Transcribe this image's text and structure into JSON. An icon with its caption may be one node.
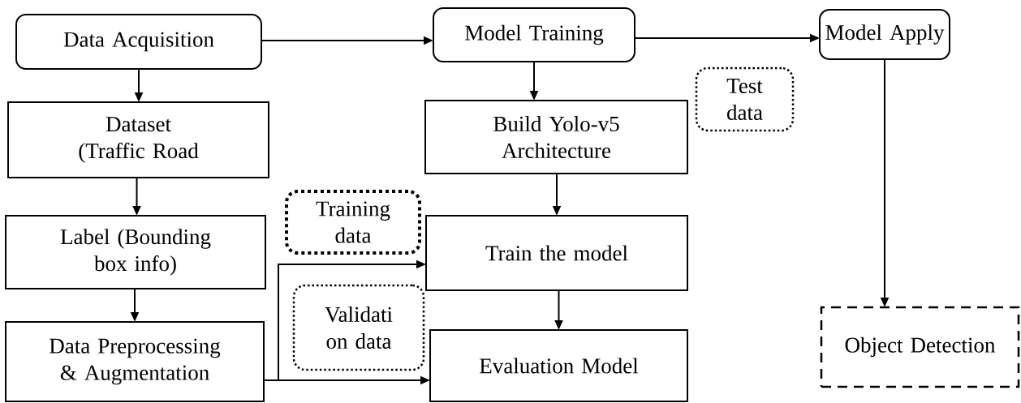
{
  "diagram": {
    "nodes": [
      {
        "text": [
          "Data Acquisition"
        ]
      },
      {
        "text": [
          "Model Training"
        ]
      },
      {
        "text": [
          "Model Apply"
        ]
      },
      {
        "text": [
          "Dataset (Traffic Road"
        ]
      },
      {
        "text": [
          "Test data"
        ]
      },
      {
        "text": [
          "Build Yolo-v5 Architecture"
        ]
      },
      {
        "text": [
          "Label (Bounding box info)"
        ]
      },
      {
        "text": [
          "Training data"
        ]
      },
      {
        "text": [
          "Train the model"
        ]
      },
      {
        "text": [
          "Object Detection"
        ]
      },
      {
        "text": [
          "Data Preprocessing & Augmentation"
        ]
      },
      {
        "text": [
          "Validati on data"
        ]
      },
      {
        "text": [
          "Evaluation Model"
        ]
      }
    ],
    "edges": [
      {
        "from": 0,
        "to": 1,
        "arrow": "to"
      },
      {
        "from": 1,
        "to": 2,
        "arrow": "to"
      },
      {
        "from": 0,
        "to": 3,
        "arrow": "to"
      },
      {
        "from": 1,
        "to": 5,
        "arrow": "to"
      },
      {
        "from": 2,
        "to": 9,
        "arrow": "to"
      },
      {
        "from": 3,
        "to": 6,
        "arrow": "to"
      },
      {
        "from": 5,
        "to": 8,
        "arrow": "to"
      },
      {
        "from": 6,
        "to": 10,
        "arrow": "to"
      },
      {
        "from": 8,
        "to": 12,
        "arrow": "to"
      },
      {
        "from": 10,
        "to": 8,
        "arrow": "to"
      },
      {
        "from": 10,
        "to": 12,
        "arrow": "to"
      }
    ]
  }
}
